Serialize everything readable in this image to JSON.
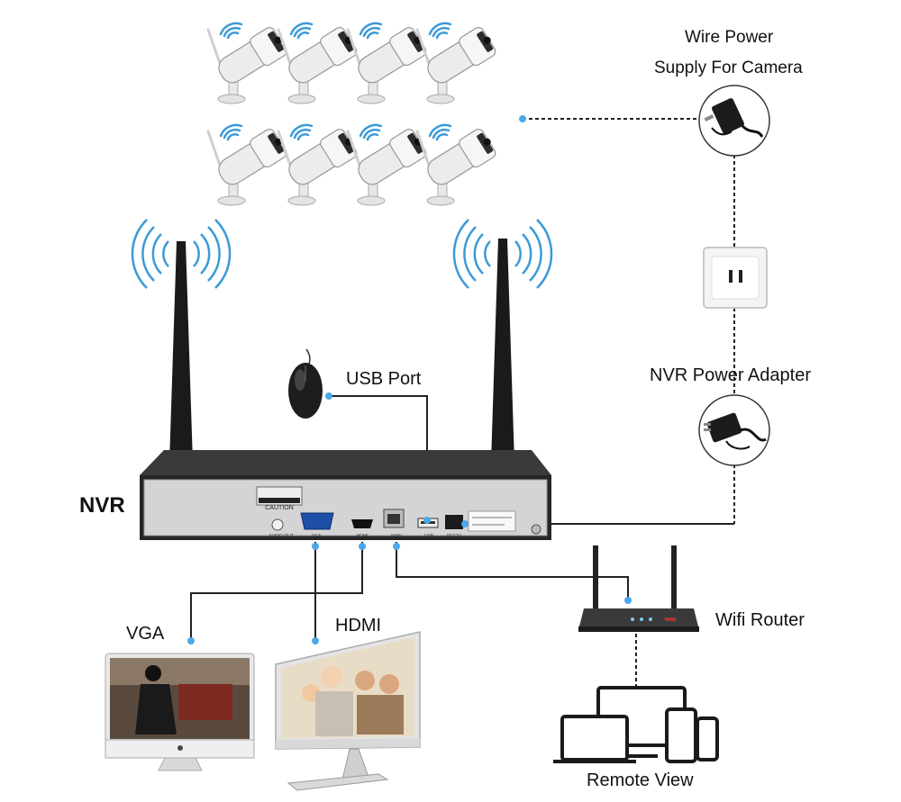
{
  "labels": {
    "wire_power_line1": "Wire Power",
    "wire_power_line2": "Supply For Camera",
    "usb_port": "USB Port",
    "nvr_power_adapter": "NVR Power Adapter",
    "nvr": "NVR",
    "vga": "VGA",
    "hdmi": "HDMI",
    "wifi_router": "Wifi Router",
    "remote_view": "Remote View"
  },
  "nvr_panel": {
    "caution": "CAUTION",
    "audio_out": "AUDIO OUT",
    "vga": "VGA",
    "hdmi": "HDMI",
    "wan": "WAN",
    "usb": "USB",
    "dc": "DC12V"
  },
  "icons": {
    "camera": "wireless-bullet-camera-icon",
    "wifi": "wifi-signal-icon",
    "adapter": "power-adapter-icon",
    "outlet": "wall-outlet-icon",
    "mouse": "usb-mouse-icon",
    "router": "wifi-router-icon",
    "monitor": "monitor-icon",
    "devices": "laptop-tablet-phone-icon"
  },
  "colors": {
    "wifi_blue": "#3a9ad9",
    "connector_dot": "#4aa8e8",
    "line": "#222222",
    "nvr_body": "#2a2a2a",
    "nvr_panel": "#d6d6d6"
  },
  "camera_count": 8
}
